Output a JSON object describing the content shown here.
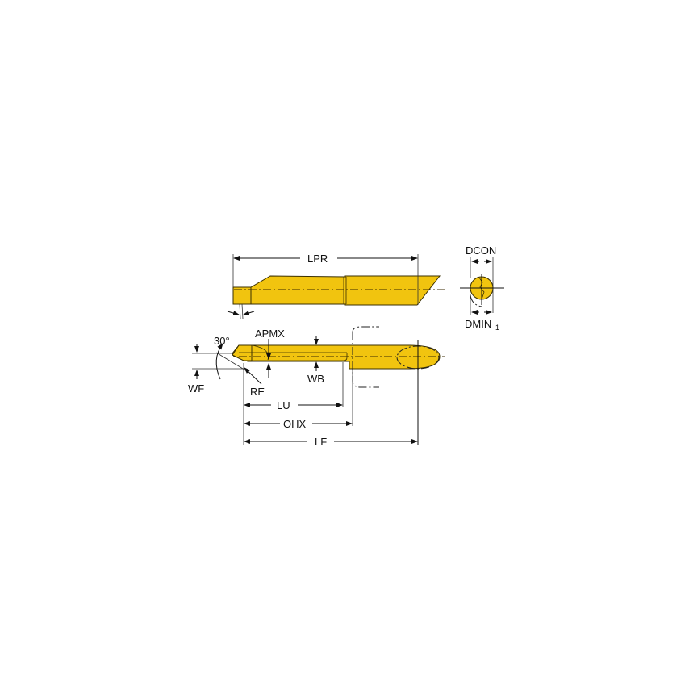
{
  "diagram": {
    "type": "boring-bar-technical-drawing",
    "tool_color": "#f1c40f",
    "top_view": {
      "labels": {
        "lpr": "LPR"
      }
    },
    "end_view": {
      "labels": {
        "dcon": "DCON",
        "dmin": "DMIN",
        "dmin_sub": "1"
      }
    },
    "side_view": {
      "labels": {
        "angle": "30°",
        "apmx": "APMX",
        "wf": "WF",
        "re": "RE",
        "wb": "WB",
        "lu": "LU",
        "ohx": "OHX",
        "lf": "LF"
      }
    }
  }
}
